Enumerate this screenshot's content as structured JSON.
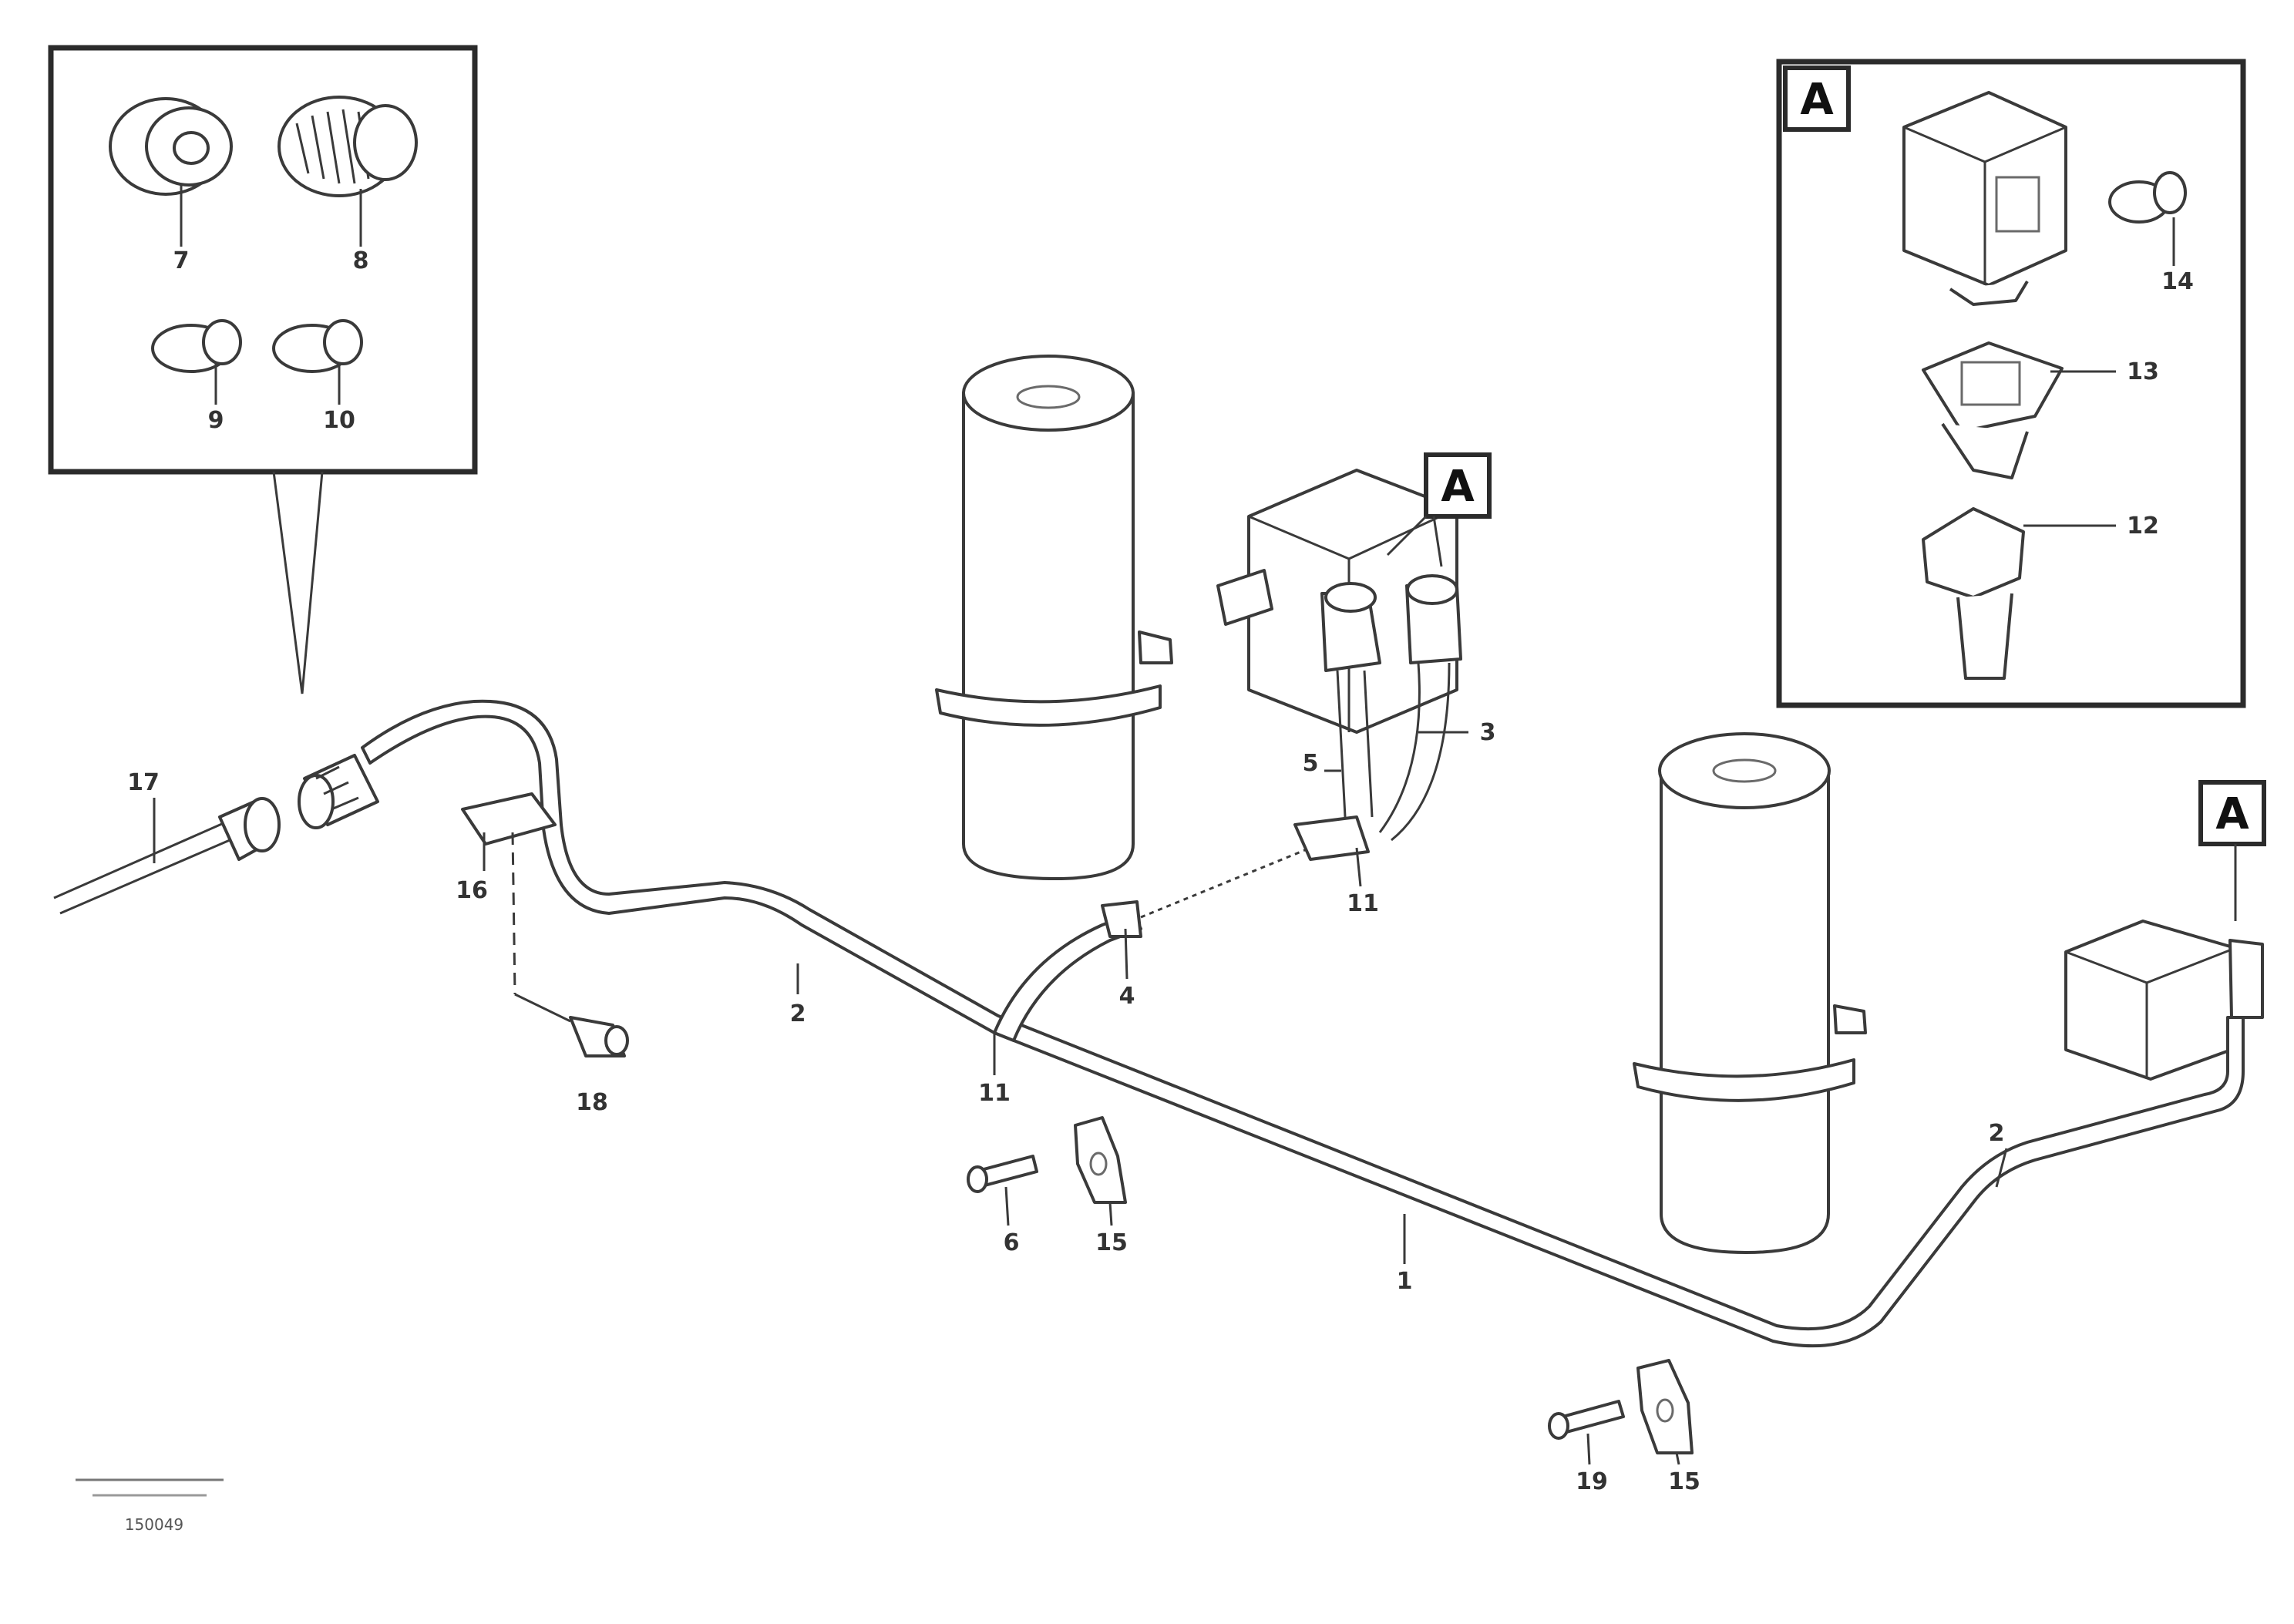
{
  "callouts": {
    "c7": "7",
    "c8": "8",
    "c9": "9",
    "c10": "10",
    "c14": "14",
    "c13": "13",
    "c12": "12",
    "c3": "3",
    "c4": "4",
    "c11a": "11",
    "c17": "17",
    "c16": "16",
    "c2": "2",
    "c18": "18",
    "c5": "5",
    "c11b": "11",
    "c6": "6",
    "c15a": "15",
    "c1": "1",
    "c2b": "2",
    "c15b": "15",
    "c19": "19"
  },
  "reference_letter": "A",
  "drawing_number": "150049"
}
